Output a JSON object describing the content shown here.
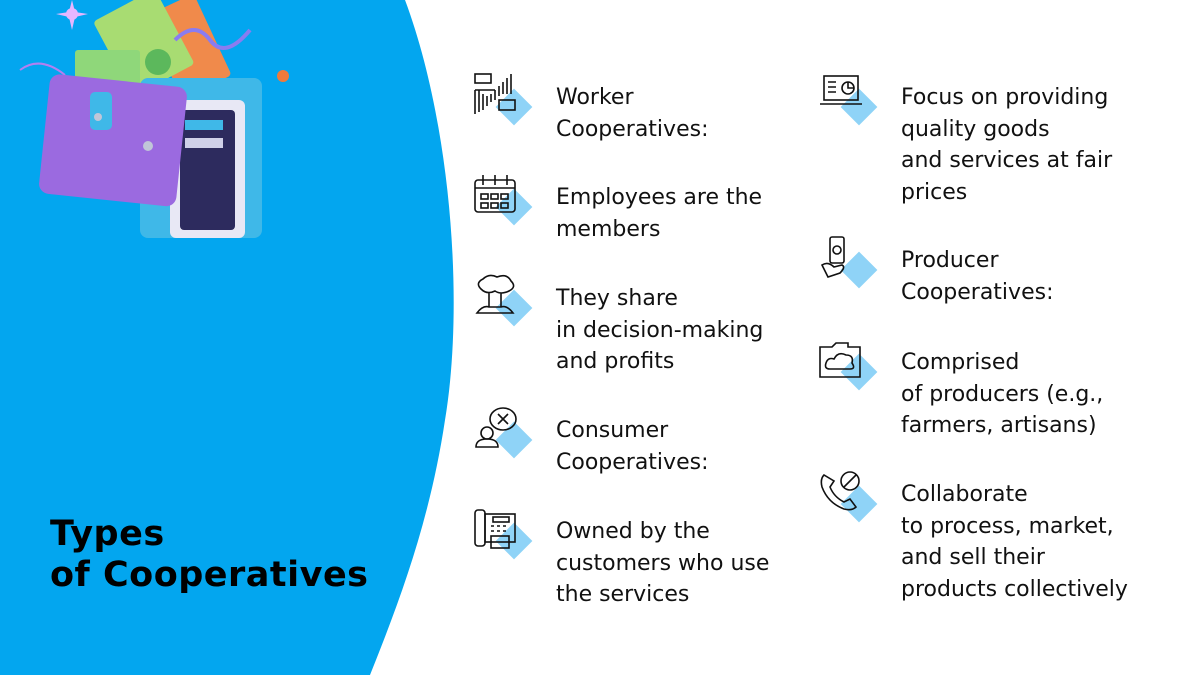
{
  "title": {
    "line1": "Types",
    "line2": "of Cooperatives"
  },
  "colors": {
    "accent": "#03A6EF",
    "icon_diamond": "#8FD3F7"
  },
  "items": [
    {
      "icon": "chart-bars-icon",
      "text": "Worker\nCooperatives:"
    },
    {
      "icon": "calendar-icon",
      "text": "Employees are the\nmembers"
    },
    {
      "icon": "explosion-cloud-icon",
      "text": "They share\nin decision-making\nand profits"
    },
    {
      "icon": "person-speech-x-icon",
      "text": "Consumer\nCooperatives:"
    },
    {
      "icon": "fax-machine-icon",
      "text": "Owned by the\ncustomers who use\nthe services"
    },
    {
      "icon": "laptop-chart-icon",
      "text": "Focus on providing\nquality goods\nand services at fair\nprices"
    },
    {
      "icon": "hand-money-icon",
      "text": "Producer\nCooperatives:"
    },
    {
      "icon": "cloud-folder-icon",
      "text": "Comprised\nof producers (e.g.,\nfarmers, artisans)"
    },
    {
      "icon": "phone-block-icon",
      "text": "Collaborate\nto process, market,\nand sell their\nproducts collectively"
    }
  ]
}
